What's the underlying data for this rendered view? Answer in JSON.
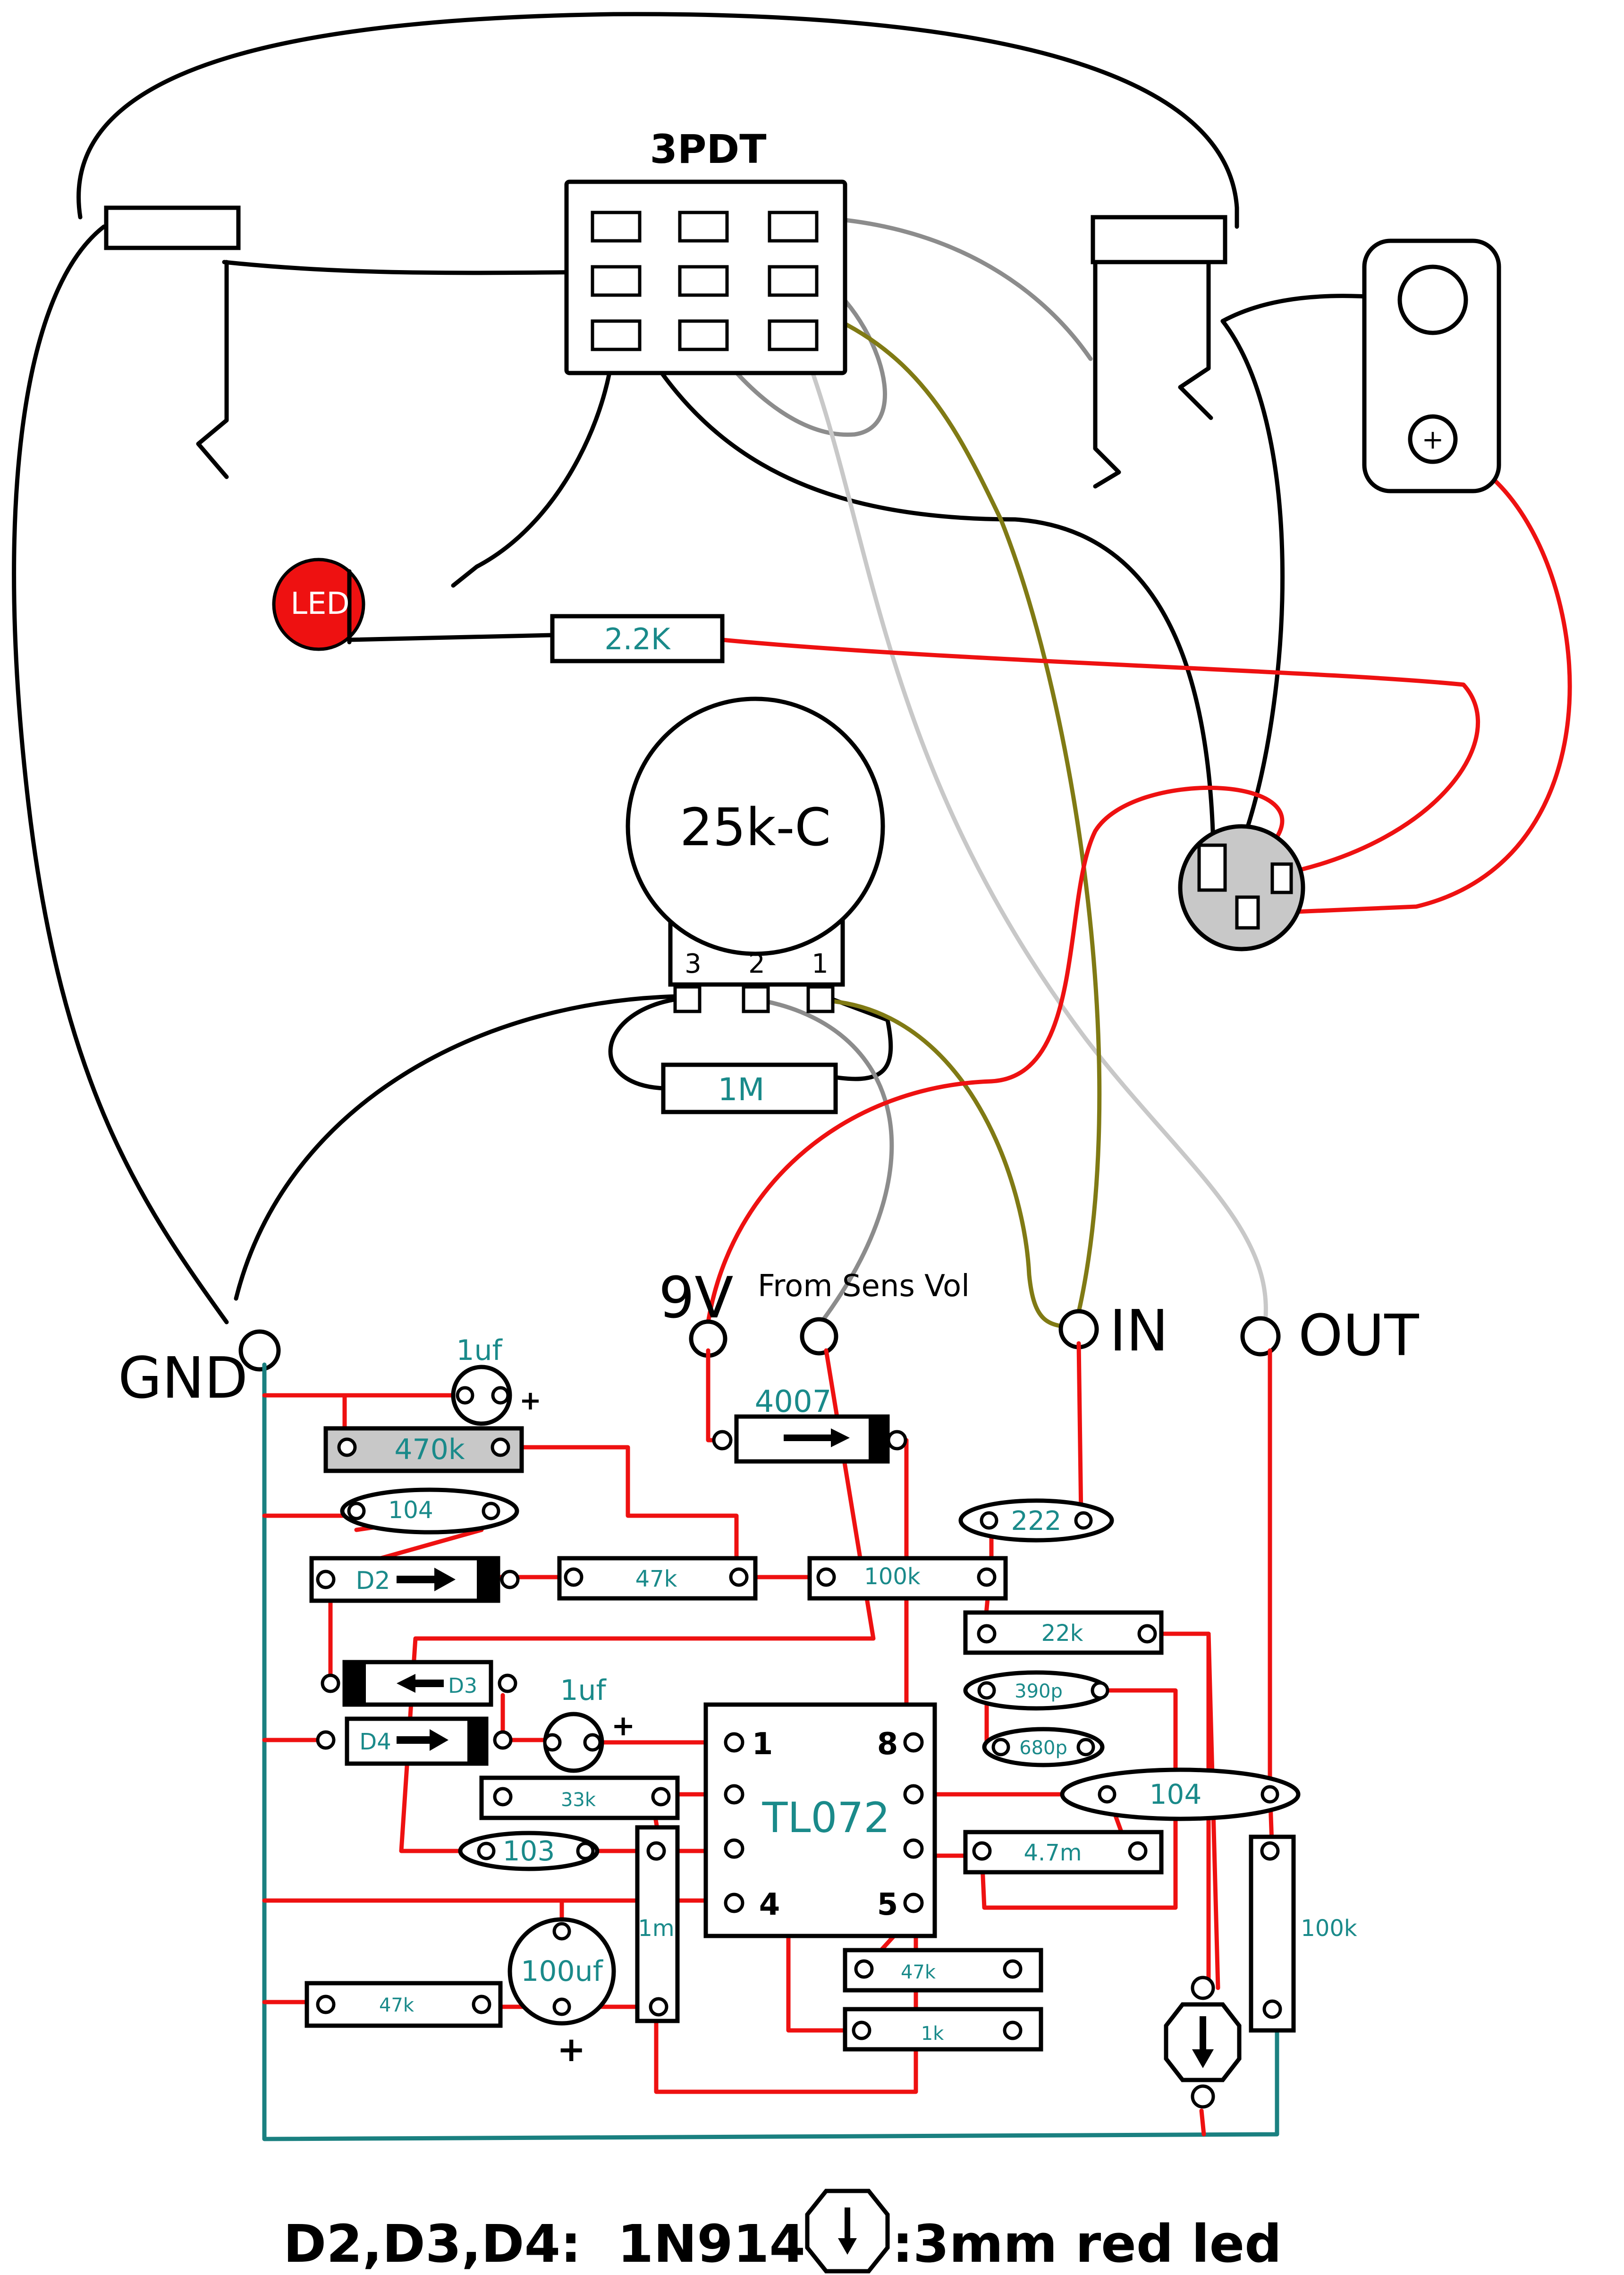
{
  "switch": {
    "label": "3PDT"
  },
  "pot": {
    "value": "25k-C",
    "pin3": "3",
    "pin2": "2",
    "pin1": "1"
  },
  "offboard_resistors": {
    "led_resistor": "2.2K",
    "pot_resistor": "1M"
  },
  "led": {
    "label": "LED"
  },
  "terminals": {
    "gnd": "GND",
    "nine_v": "9V",
    "sens": "From Sens Vol",
    "in": "IN",
    "out": "OUT"
  },
  "board": {
    "cap_1uf_top": "1uf",
    "plus_top": "+",
    "r470k": "470k",
    "c104_left": "104",
    "d4007": "4007",
    "c222": "222",
    "d2": "D2",
    "r47k_top": "47k",
    "r100k_top": "100k",
    "r22k": "22k",
    "d3": "D3",
    "c_small": "390p",
    "c680p": "680p",
    "cap_1uf_mid": "1uf",
    "plus_mid": "+",
    "d4": "D4",
    "r33k": "33k",
    "c104_right": "104",
    "c103": "103",
    "ic": "TL072",
    "ic_pin1": "1",
    "ic_pin8": "8",
    "ic_pin4": "4",
    "ic_pin5": "5",
    "r4_7m": "4.7m",
    "r1m": "1m",
    "cap_100uf": "100uf",
    "plus_bottom": "+",
    "r47k_mid": "47k",
    "r1k": "1k",
    "r47k_bottom": "47k",
    "r100k_right": "100k"
  },
  "legend": {
    "diodes": "D2,D3,D4:  1N914",
    "led_note": ":3mm red led"
  },
  "wire_colors": {
    "black": "#000000",
    "red": "#ee1111",
    "gray": "#8c8c8c",
    "light_gray": "#c8c8c8",
    "olive": "#807a14",
    "teal": "#1a8080"
  }
}
